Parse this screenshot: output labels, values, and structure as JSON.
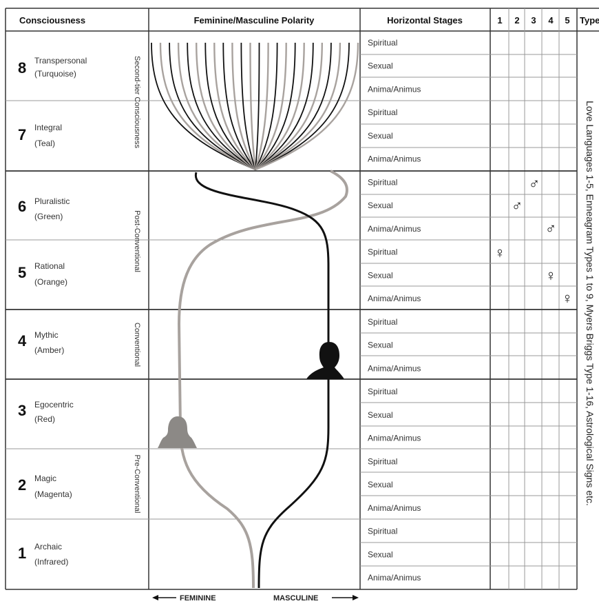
{
  "headers": {
    "consciousness": "Consciousness",
    "polarity": "Feminine/Masculine Polarity",
    "stages": "Horizontal Stages",
    "col1": "1",
    "col2": "2",
    "col3": "3",
    "col4": "4",
    "col5": "5",
    "types": "Type"
  },
  "levels": [
    {
      "num": "8",
      "name": "Transpersonal",
      "color": "(Turquoise)"
    },
    {
      "num": "7",
      "name": "Integral",
      "color": "(Teal)"
    },
    {
      "num": "6",
      "name": "Pluralistic",
      "color": "(Green)"
    },
    {
      "num": "5",
      "name": "Rational",
      "color": "(Orange)"
    },
    {
      "num": "4",
      "name": "Mythic",
      "color": "(Amber)"
    },
    {
      "num": "3",
      "name": "Egocentric",
      "color": "(Red)"
    },
    {
      "num": "2",
      "name": "Magic",
      "color": "(Magenta)"
    },
    {
      "num": "1",
      "name": "Archaic",
      "color": "(Infrared)"
    }
  ],
  "tiers": {
    "second_tier": "Second-tier Consciousness",
    "post_conventional": "Post-Conventional",
    "conventional": "Conventional",
    "pre_conventional": "Pre-Conventional"
  },
  "stage_labels": [
    "Spiritual",
    "Sexual",
    "Anima/Animus"
  ],
  "symbols": {
    "male": "♂",
    "female": "♀"
  },
  "types_text": "Love Languages 1-5, Enneagram Types 1 to 9, Myers Briggs Type 1-16, Astrological Signs etc.",
  "footer": {
    "feminine": "FEMININE",
    "masculine": "MASCULINE"
  },
  "colors": {
    "masculine_line": "#111111",
    "feminine_line": "#a8a29e",
    "grid": "#999999",
    "border": "#333333"
  }
}
